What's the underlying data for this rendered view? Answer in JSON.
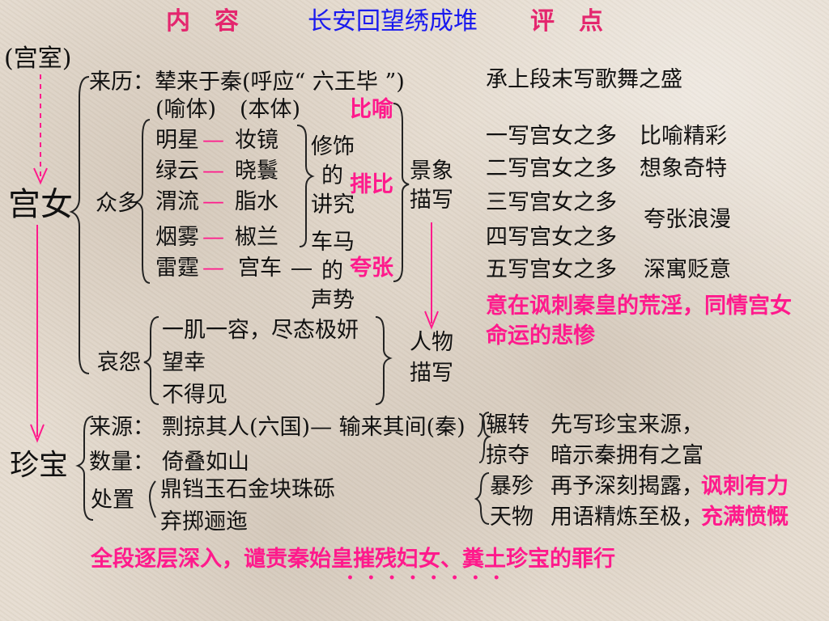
{
  "header": {
    "content_label": "内　容",
    "title": "长安回望绣成堆",
    "comment_label": "评　点"
  },
  "palace": {
    "label": "(宫室)",
    "origin": "来历：辇来于秦(呼应“ 六王毕 ”)",
    "origin_comment": "承上段末写歌舞之盛"
  },
  "women": {
    "label": "宫女",
    "many_label": "众多",
    "header_vehicle": "(喻体)",
    "header_tenor": "(本体)",
    "pairs": [
      {
        "vehicle": "明星",
        "tenor": "妆镜"
      },
      {
        "vehicle": "绿云",
        "tenor": "晓鬟"
      },
      {
        "vehicle": "渭流",
        "tenor": "脂水"
      },
      {
        "vehicle": "烟雾",
        "tenor": "椒兰"
      },
      {
        "vehicle": "雷霆",
        "tenor": "宫车"
      }
    ],
    "dash": "—",
    "adorn": [
      "修饰",
      "的",
      "讲究"
    ],
    "carriage": [
      "车马",
      "的",
      "声势"
    ],
    "devices": {
      "metaphor": "比喻",
      "parallelism": "排比",
      "exaggeration": "夸张"
    },
    "scene": [
      "景象",
      "描写"
    ],
    "sorrow_label": "哀怨",
    "sorrow_items": [
      "一肌一容，尽态极妍",
      "望幸",
      "不得见"
    ],
    "figure": [
      "人物",
      "描写"
    ],
    "comments": [
      {
        "text": "一写宫女之多",
        "note": "比喻精彩"
      },
      {
        "text": "二写宫女之多",
        "note": "想象奇特"
      },
      {
        "text": "三写宫女之多",
        "note": ""
      },
      {
        "text": "四写宫女之多",
        "note": ""
      },
      {
        "text": "五写宫女之多",
        "note": "深寓贬意"
      }
    ],
    "note_34": "夸张浪漫",
    "summary": [
      "意在讽刺秦皇的荒淫，同情宫女",
      "命运的悲惨"
    ]
  },
  "treasure": {
    "label": "珍宝",
    "source": "来源：",
    "source_text": "剽掠其人(六国)— 输来其间(秦)",
    "quantity": "数量：",
    "quantity_text": "倚叠如山",
    "disposal": "处置",
    "disposal_items": [
      "鼎铛玉石金块珠砾",
      "弃掷逦迤"
    ],
    "comments": [
      {
        "word": "辗转",
        "text": "先写珍宝来源，",
        "red": ""
      },
      {
        "word": "掠夺",
        "text": "暗示秦拥有之富",
        "red": ""
      },
      {
        "word": "暴殄",
        "text": "再予深刻揭露，",
        "red": "讽刺有力"
      },
      {
        "word": "天物",
        "text": "用语精炼至极，",
        "red": "充满愤慨"
      }
    ]
  },
  "footer": {
    "summary": "全段逐层深入，谴责秦始皇摧残妇女、糞土珍宝的罪行",
    "dots": "• • • •   • • • •"
  },
  "colors": {
    "accent_pink": "#ff1a8c",
    "header_red": "#e4266e",
    "title_blue": "#1a1aee"
  }
}
